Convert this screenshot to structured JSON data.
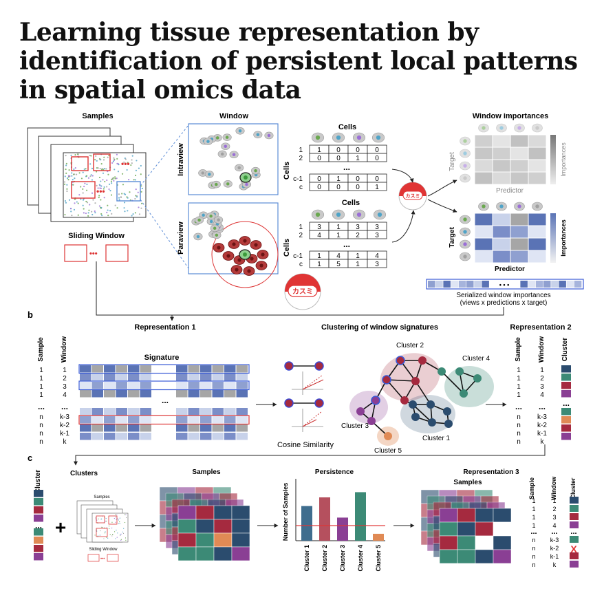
{
  "title": "Learning tissue representation by identification of persistent local patterns in spatial omics data",
  "panel_a": {
    "samples": "Samples",
    "window": "Window",
    "intraview": "Intraview",
    "paraview": "Paraview",
    "sliding_window": "Sliding Window",
    "cells": "Cells",
    "cells_axis": "Cells",
    "dots": "...",
    "row_labels": [
      "1",
      "2",
      "c-1",
      "c"
    ],
    "intra_matrix": [
      [
        "1",
        "0",
        "0",
        "0"
      ],
      [
        "0",
        "0",
        "1",
        "0"
      ],
      [
        "0",
        "1",
        "0",
        "0"
      ],
      [
        "0",
        "0",
        "0",
        "1"
      ]
    ],
    "para_matrix": [
      [
        "3",
        "1",
        "3",
        "3"
      ],
      [
        "4",
        "1",
        "2",
        "3"
      ],
      [
        "1",
        "4",
        "1",
        "4"
      ],
      [
        "1",
        "5",
        "1",
        "3"
      ]
    ],
    "kasumi_logo": "カスミ",
    "window_importances": "Window importances",
    "target": "Target",
    "predictor": "Predictor",
    "importances": "Importances",
    "serialized_1": "Serialized window importances",
    "serialized_2": "(views x predictions x target)"
  },
  "panel_b": {
    "letter": "b",
    "rep1": "Representation 1",
    "clustering": "Clustering of window signatures",
    "rep2": "Representation 2",
    "sample": "Sample",
    "window": "Window",
    "cluster": "Cluster",
    "signature": "Signature",
    "cosine": "Cosine Similarity",
    "rows_top": [
      [
        "1",
        "1"
      ],
      [
        "1",
        "2"
      ],
      [
        "1",
        "3"
      ],
      [
        "1",
        "4"
      ]
    ],
    "rows_bottom": [
      [
        "n",
        "k-3"
      ],
      [
        "n",
        "k-2"
      ],
      [
        "n",
        "k-1"
      ],
      [
        "n",
        "k"
      ]
    ],
    "ellipsis": "...",
    "cluster_names": [
      "Cluster 1",
      "Cluster 2",
      "Cluster 3",
      "Cluster 4",
      "Cluster 5"
    ]
  },
  "panel_c": {
    "letter": "c",
    "clusters": "Clusters",
    "cluster": "Cluster",
    "samples": "Samples",
    "persistence": "Persistence",
    "rep3": "Representation 3",
    "samples2": "Samples",
    "sample": "Sample",
    "window": "Window",
    "mini_samples": "Samples",
    "mini_sliding": "Sliding Window",
    "plus": "+",
    "reject": "X"
  },
  "chart_data": {
    "type": "bar",
    "ylabel": "Number of Samples",
    "categories": [
      "Cluster 1",
      "Cluster 2",
      "Cluster 3",
      "Cluster 4",
      "Cluster 5"
    ],
    "values": [
      60,
      75,
      40,
      84,
      12
    ],
    "threshold": 26,
    "ylim": [
      0,
      100
    ],
    "colors": [
      "#3f6d8e",
      "#b5505e",
      "#8a3f94",
      "#3c8a76",
      "#e08a55"
    ]
  },
  "colors": {
    "navy": "#2b4c6e",
    "teal": "#3c8a76",
    "crimson": "#a52a3f",
    "purple": "#8a3f94",
    "orange": "#e08a55",
    "red": "#e03434",
    "heat_dark": "#5a73b5",
    "heat_light": "#c8d2ea",
    "grey": "#9a9a9a"
  }
}
